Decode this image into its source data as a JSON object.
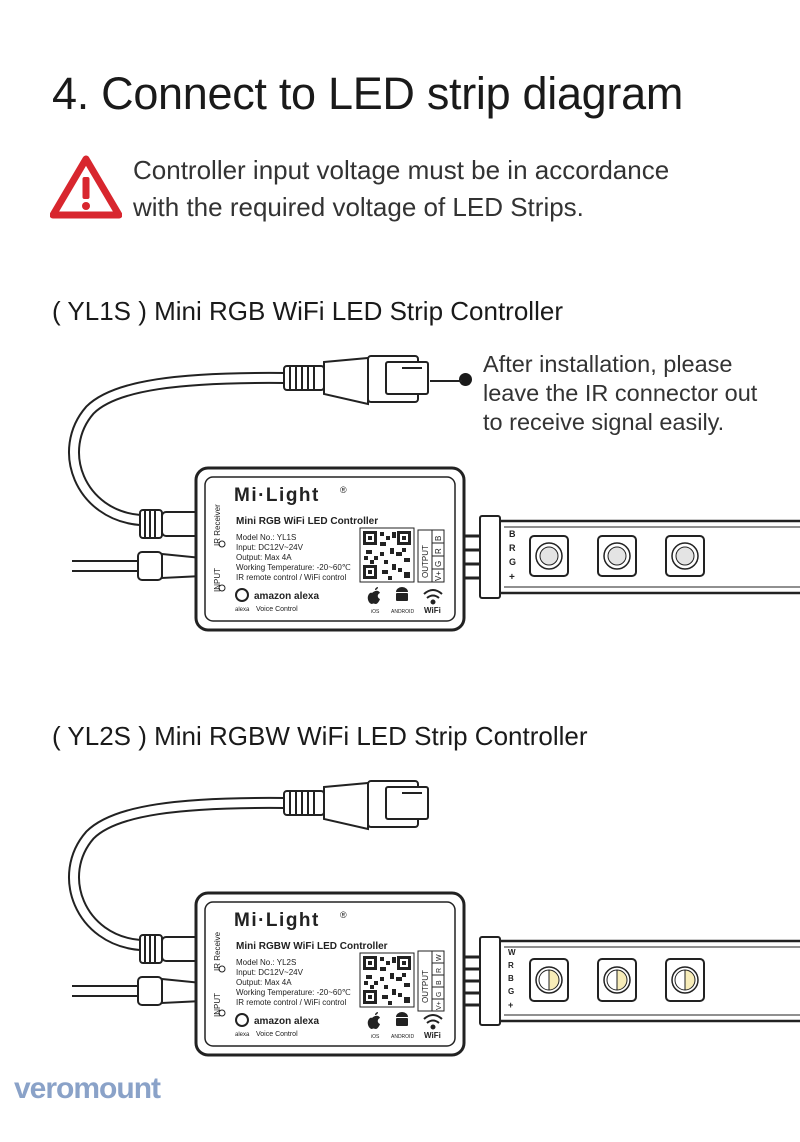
{
  "title": "4. Connect to LED strip diagram",
  "warning": {
    "icon": "warning-triangle-icon",
    "color": "#d8262e",
    "line1": "Controller input voltage must be in accordance",
    "line2": "with the required voltage of LED Strips."
  },
  "section1": {
    "title": "( YL1S ) Mini RGB WiFi LED Strip Controller",
    "callout": {
      "line1": "After installation, please",
      "line2": "leave the IR connector out",
      "line3": "to receive signal easily."
    },
    "controller": {
      "brand": "Mi·Light",
      "reg": "®",
      "name": "Mini RGB WiFi LED Controller",
      "model": "Model No.: YL1S",
      "input": "Input: DC12V~24V",
      "output": "Output: Max 4A",
      "temp": "Working Temperature: -20~60℃",
      "remote": "IR remote control / WiFi control",
      "ir_label": "IR Receiver",
      "input_label": "INPUT",
      "output_label": "OUTPUT",
      "out_pins": [
        "V+",
        "G",
        "R",
        "B"
      ],
      "alexa": "amazon alexa",
      "alexa_small": "alexa",
      "voice": "Voice Control",
      "ios": "iOS",
      "android": "ANDROID",
      "wifi": "WiFi"
    },
    "strip_pins": [
      "B",
      "R",
      "G",
      "+"
    ]
  },
  "section2": {
    "title": "( YL2S ) Mini RGBW WiFi LED Strip Controller",
    "controller": {
      "brand": "Mi·Light",
      "reg": "®",
      "name": "Mini RGBW WiFi LED Controller",
      "model": "Model No.: YL2S",
      "input": "Input: DC12V~24V",
      "output": "Output: Max 4A",
      "temp": "Working Temperature: -20~60℃",
      "remote": "IR remote control / WiFi control",
      "ir_label": "IR Receive",
      "input_label": "INPUT",
      "output_label": "OUTPUT",
      "out_pins": [
        "V+",
        "G",
        "B",
        "R",
        "W"
      ],
      "alexa": "amazon alexa",
      "alexa_small": "alexa",
      "voice": "Voice Control",
      "ios": "iOS",
      "android": "ANDROID",
      "wifi": "WiFi"
    },
    "strip_pins": [
      "W",
      "R",
      "B",
      "G",
      "+"
    ]
  },
  "footer": {
    "logo_part1": "vero",
    "logo_part2": "mount",
    "logo_color": "#8aa2c8"
  }
}
